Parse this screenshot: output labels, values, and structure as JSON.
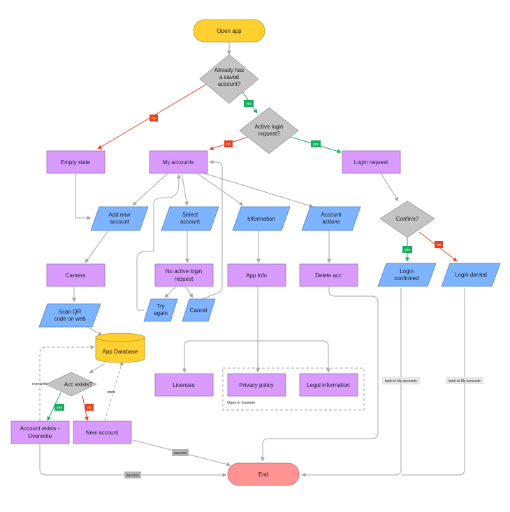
{
  "nodes": {
    "open_app": "Open app",
    "saved_account": [
      "Already has",
      "a saved",
      "account?"
    ],
    "active_login": [
      "Active login",
      "request?"
    ],
    "empty_state": "Empty state",
    "my_accounts": "My accounts",
    "login_request": "Login request",
    "add_new_account": [
      "Add new",
      "account"
    ],
    "select_account": [
      "Select",
      "account"
    ],
    "information": "Information",
    "account_actions": [
      "Account",
      "actions"
    ],
    "confirm": "Confirm?",
    "camera": "Camera",
    "no_active_login": [
      "No active login",
      "request"
    ],
    "app_info": "App Info",
    "delete_acc": "Delete acc",
    "login_confirmed": [
      "Login",
      "confirmed"
    ],
    "login_denied": "Login denied",
    "scan_qr": [
      "Scan QR",
      "code on web"
    ],
    "try_again": [
      "Try",
      "again"
    ],
    "cancel": "Cancel",
    "app_database": "App Database",
    "acc_exists": "Acc exists?",
    "licenses": "Licenses",
    "privacy_policy": "Privacy policy",
    "legal_information": "Legal information",
    "open_in_browser": "Open in browser",
    "account_exists_overwrite": [
      "Account exists -",
      "Overwrite"
    ],
    "new_account": "New account",
    "end": "End"
  },
  "edge_labels": {
    "yes": "yes",
    "no": "no",
    "overwrite": "overwrite",
    "store": "store",
    "success": "success",
    "back_to_my_accounts": "back to My accounts"
  },
  "colors": {
    "start": "#FFD02F",
    "decision": "#C4C4C4",
    "process": "#D99BFF",
    "io": "#7DB3FF",
    "database": "#FFD02F",
    "end": "#FF9292",
    "yes": "#14AE5C",
    "no": "#E5431F",
    "neutral_line": "#A6A6A6",
    "tag_grey": "#B3B3B3"
  }
}
